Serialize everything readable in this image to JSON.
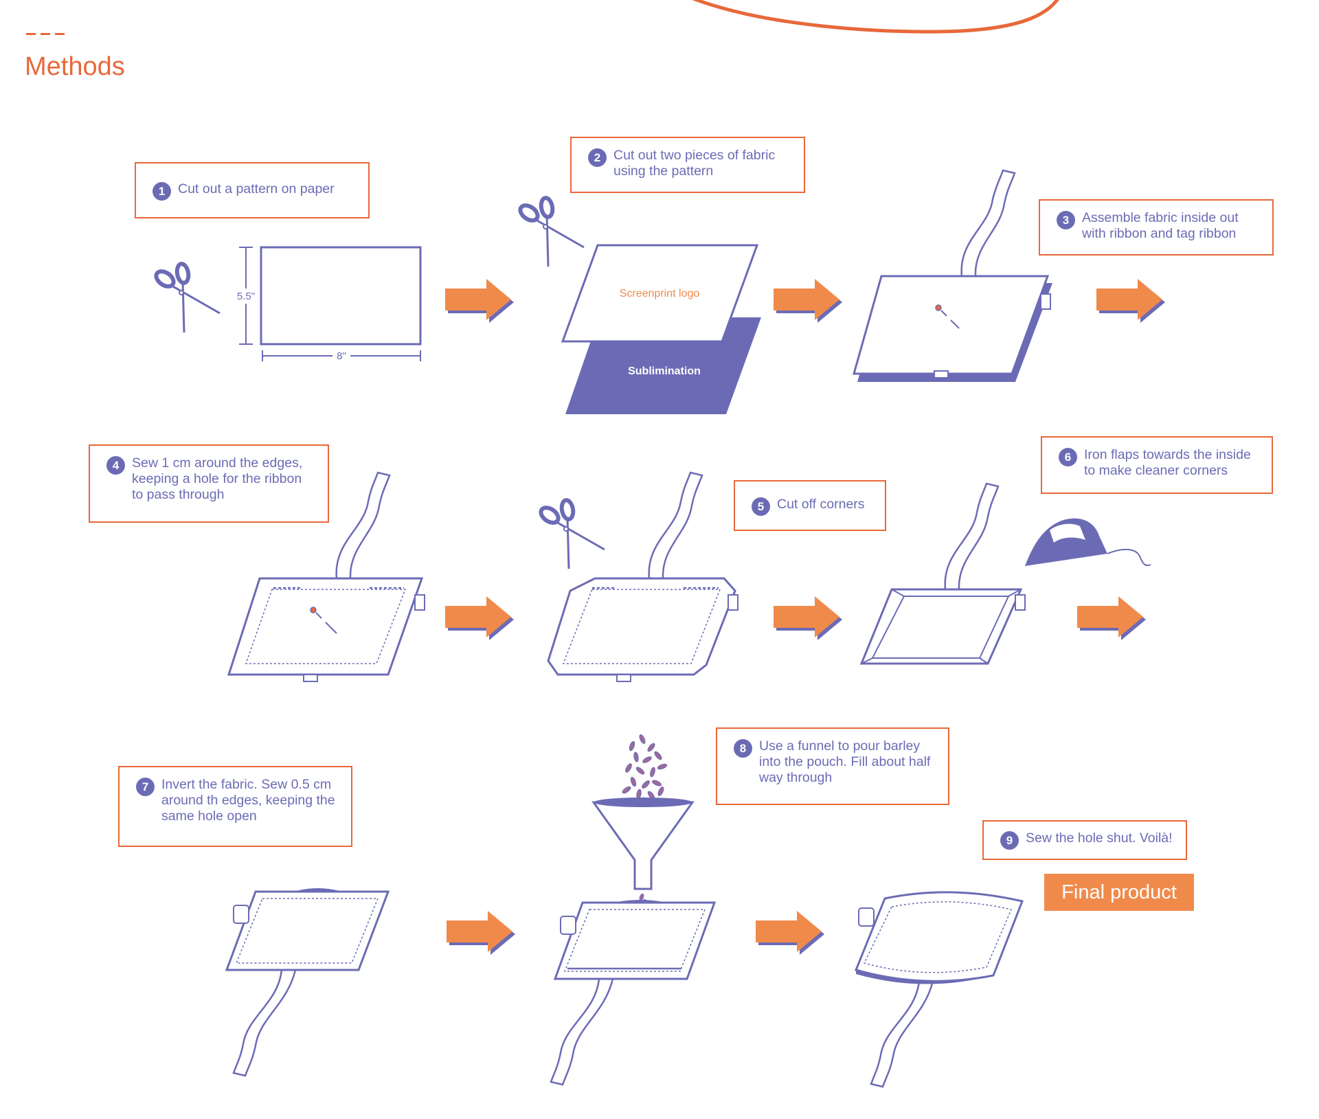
{
  "header": {
    "title": "Methods"
  },
  "steps": [
    {
      "number": "1",
      "text": "Cut out a pattern on paper"
    },
    {
      "number": "2",
      "text": "Cut out two pieces of fabric\nusing the pattern"
    },
    {
      "number": "3",
      "text": "Assemble fabric inside out\nwith ribbon and tag ribbon"
    },
    {
      "number": "4",
      "text": "Sew 1 cm around the edges,\nkeeping a hole for the ribbon\nto pass through"
    },
    {
      "number": "5",
      "text": "Cut off corners"
    },
    {
      "number": "6",
      "text": "Iron flaps towards the inside\nto make cleaner corners"
    },
    {
      "number": "7",
      "text": "Invert the fabric. Sew 0.5 cm\naround th edges, keeping the\nsame hole open"
    },
    {
      "number": "8",
      "text": "Use a funnel to pour barley\ninto the pouch. Fill about half\nway through"
    },
    {
      "number": "9",
      "text": "Sew the hole shut. Voilà!"
    }
  ],
  "labels": {
    "height_dim": "5.5\"",
    "width_dim": "8\"",
    "front_fabric": "Screenprint logo",
    "back_fabric": "Sublimination"
  },
  "final": {
    "label": "Final product"
  },
  "colors": {
    "accent": "#E8683A",
    "arrow": "#F08A4B",
    "ink": "#6B6BB5",
    "background": "#ffffff"
  }
}
